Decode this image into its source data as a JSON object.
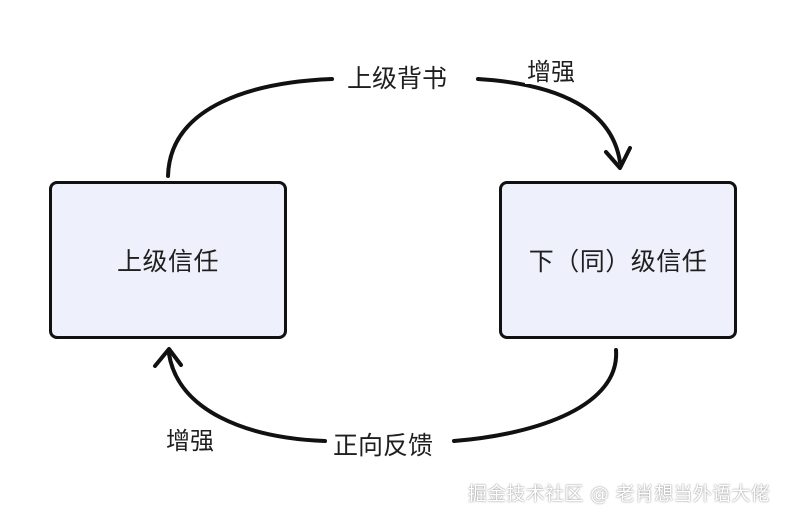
{
  "diagram": {
    "nodes": [
      {
        "id": "left",
        "label": "上级信任"
      },
      {
        "id": "right",
        "label": "下（同）级信任"
      }
    ],
    "edges": [
      {
        "from": "left",
        "to": "right",
        "label": "上级背书",
        "side_label": "增强"
      },
      {
        "from": "right",
        "to": "left",
        "label": "正向反馈",
        "side_label": "增强"
      }
    ]
  },
  "colors": {
    "node_fill": "#eef1fb",
    "node_border": "#111111",
    "edge": "#111111",
    "text": "#1f1f1f"
  },
  "watermark": "掘金技术社区 @ 老肖想当外语大佬"
}
